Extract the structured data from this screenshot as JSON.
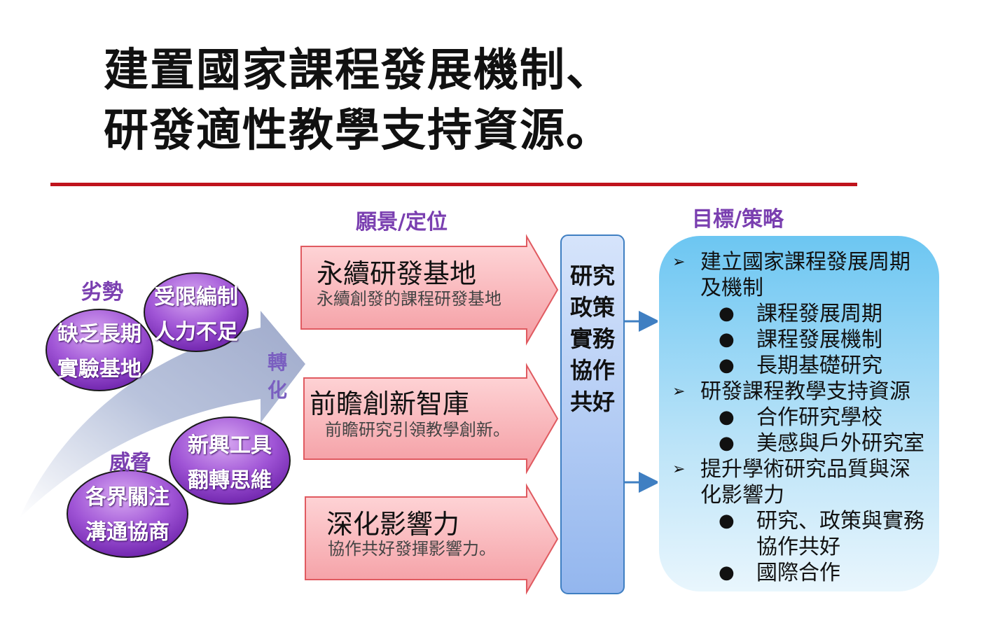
{
  "title": {
    "line1": "建置國家課程發展機制、",
    "line2": "研發適性教學支持資源。"
  },
  "headings": {
    "vision": "願景/定位",
    "goals": "目標/策略"
  },
  "left_panel": {
    "weakness_label": "劣勢",
    "threat_label": "威脅",
    "transform_label": "轉化",
    "bubbles": [
      {
        "line1": "受限編制",
        "line2": "人力不足"
      },
      {
        "line1": "缺乏長期",
        "line2": "實驗基地"
      },
      {
        "line1": "新興工具",
        "line2": "翻轉思維"
      },
      {
        "line1": "各界關注",
        "line2": "溝通協商"
      }
    ]
  },
  "vision_arrows": [
    {
      "title": "永續研發基地",
      "subtitle": "永續創發的課程研發基地"
    },
    {
      "title": "前瞻創新智庫",
      "subtitle": "前瞻研究引領教學創新。"
    },
    {
      "title": "深化影響力",
      "subtitle": "協作共好發揮影響力。"
    }
  ],
  "pillar": {
    "text": "研究政策實務協作共好"
  },
  "goals": {
    "marker": "➢",
    "bullet": "●",
    "items": [
      {
        "text_line1": "建立國家課程發展周期",
        "text_line2": "及機制",
        "subs": [
          {
            "line1": "課程發展周期"
          },
          {
            "line1": "課程發展機制"
          },
          {
            "line1": "長期基礎研究"
          }
        ]
      },
      {
        "text_line1": "研發課程教學支持資源",
        "text_line2": "",
        "subs": [
          {
            "line1": "合作研究學校"
          },
          {
            "line1": "美感與戶外研究室"
          }
        ]
      },
      {
        "text_line1": "提升學術研究品質與深",
        "text_line2": "化影響力",
        "subs": [
          {
            "line1": "研究、政策與實務",
            "line2": "協作共好"
          },
          {
            "line1": "國際合作"
          }
        ]
      }
    ]
  },
  "colors": {
    "rule": "#c0141c",
    "heading": "#7a3fb0",
    "bubble": "#8a3fc8",
    "arrow_fill": "#f6b4b8",
    "arrow_stroke": "#e05a60",
    "pillar_fill": "#a9c6f2",
    "goals_fill": "#8fd0f4"
  }
}
